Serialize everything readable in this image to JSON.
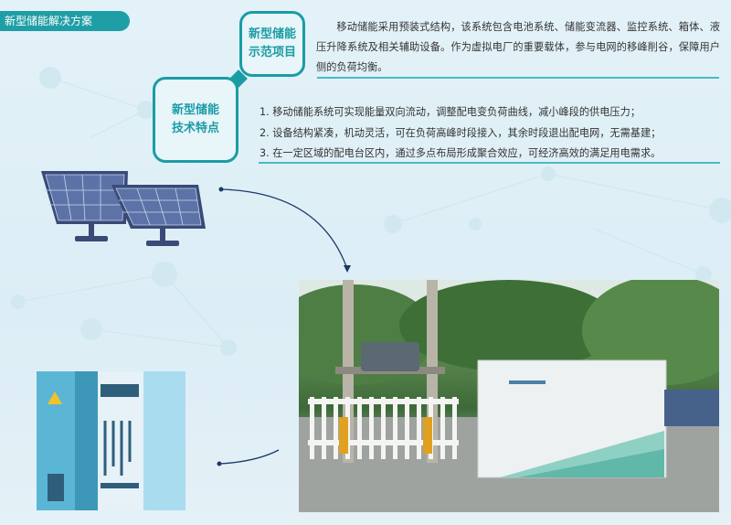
{
  "header": {
    "title": "新型储能解决方案"
  },
  "demo_project": {
    "label_line1": "新型储能",
    "label_line2": "示范项目",
    "description": "移动储能采用预装式结构，该系统包含电池系统、储能变流器、监控系统、箱体、液压升降系统及相关辅助设备。作为虚拟电厂的重要载体，参与电网的移峰削谷，保障用户侧的负荷均衡。"
  },
  "tech_features": {
    "label_line1": "新型储能",
    "label_line2": "技术特点",
    "items": [
      "1. 移动储能系统可实现能量双向流动，调整配电变负荷曲线，减小峰段的供电压力；",
      "2. 设备结构紧凑，机动灵活，可在负荷高峰时段接入，其余时段退出配电网，无需基建；",
      "3. 在一定区域的配电台区内，通过多点布局形成聚合效应，可经济高效的满足用电需求。"
    ]
  },
  "colors": {
    "accent": "#1a9ca5",
    "underline": "#4bb9c4"
  }
}
